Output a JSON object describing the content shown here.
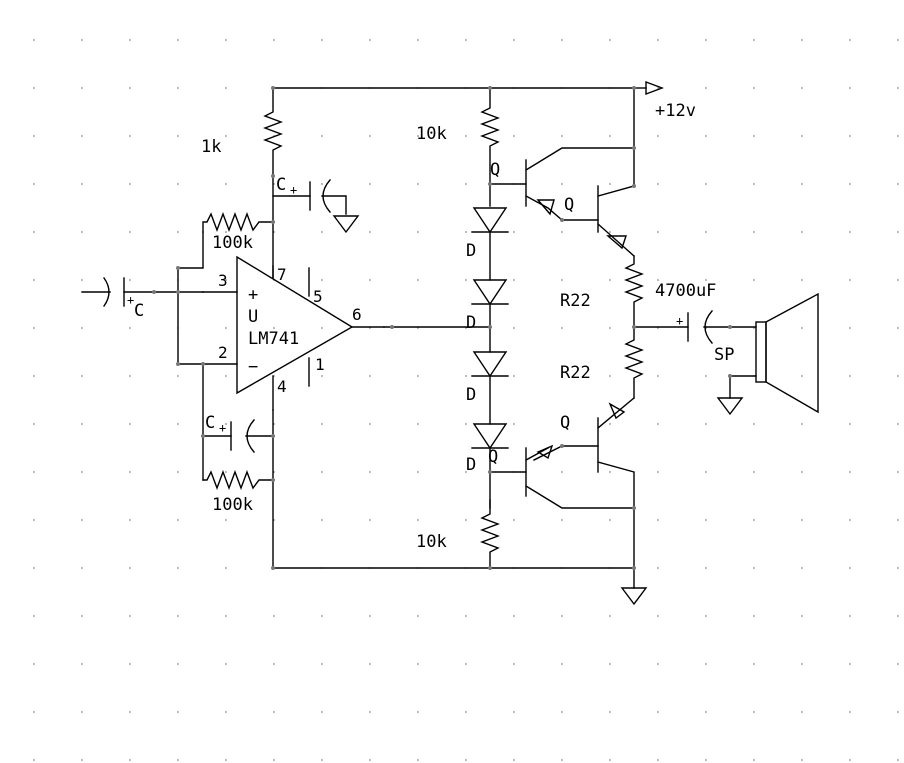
{
  "labels": {
    "supply": "+12v",
    "r_top_op": "1k",
    "r_fb_top": "100k",
    "r_fb_bot": "100k",
    "r_bias_top": "10k",
    "r_bias_bot": "10k",
    "r_emit_top": "R22",
    "r_emit_bot": "R22",
    "cap_out": "4700uF",
    "speaker": "SP",
    "cap_in": "C",
    "cap_op_top": "C",
    "cap_op_bot": "C",
    "plus_sign": "+",
    "opamp_name": "LM741",
    "opamp_ref": "U",
    "opamp_plus": "+",
    "opamp_minus": "−",
    "pin3": "3",
    "pin2": "2",
    "pin7": "7",
    "pin5": "5",
    "pin6": "6",
    "pin1": "1",
    "pin4": "4",
    "diode": "D",
    "transistor": "Q"
  }
}
